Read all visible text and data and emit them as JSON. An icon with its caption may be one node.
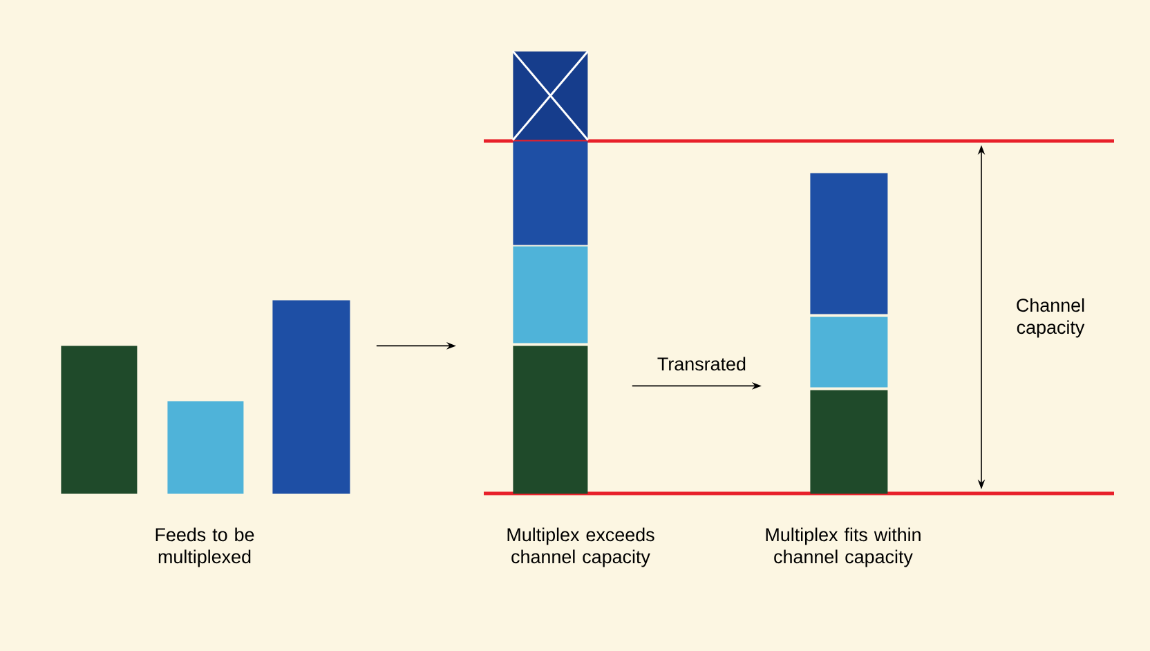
{
  "diagram": {
    "nodes": [
      {
        "text": [],
        "shape": "bar"
      },
      {
        "text": [],
        "shape": "bar"
      },
      {
        "text": [],
        "shape": "bar"
      },
      {
        "text": [],
        "shape": "bar"
      },
      {
        "text": [],
        "shape": "bar"
      },
      {
        "text": [],
        "shape": "bar"
      },
      {
        "text": [],
        "shape": "box"
      },
      {
        "text": [],
        "shape": "bar"
      },
      {
        "text": [],
        "shape": "bar"
      },
      {
        "text": [],
        "shape": "bar"
      }
    ],
    "edges": [
      {
        "from": 2,
        "to": 4,
        "arrow": "to"
      },
      {
        "from": 3,
        "to": 8,
        "arrow": "to",
        "label": "Transrated"
      }
    ],
    "labels": [
      "Channel capacity",
      "Feeds to be multiplexed",
      "Multiplex exceeds channel capacity",
      "Multiplex fits within channel capacity"
    ]
  }
}
